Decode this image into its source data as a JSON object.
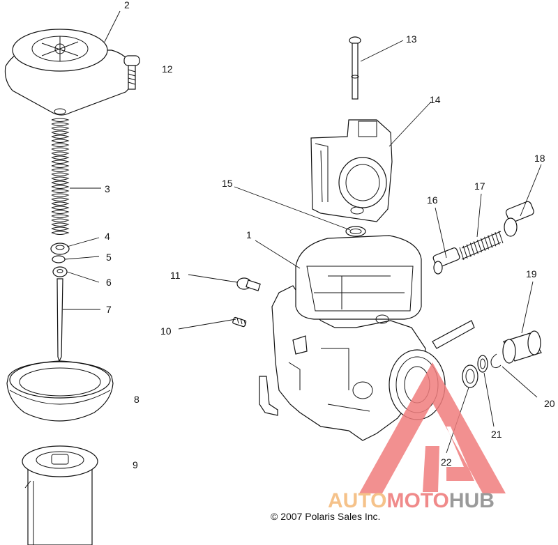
{
  "labels": {
    "p1": "1",
    "p2": "2",
    "p3": "3",
    "p4": "4",
    "p5": "5",
    "p6": "6",
    "p7": "7",
    "p8": "8",
    "p9": "9",
    "p10": "10",
    "p11": "11",
    "p12": "12",
    "p13": "13",
    "p14": "14",
    "p15": "15",
    "p16": "16",
    "p17": "17",
    "p18": "18",
    "p19": "19",
    "p20": "20",
    "p21": "21",
    "p22": "22"
  },
  "copyright": "© 2007 Polaris Sales Inc.",
  "watermark": {
    "part1": "AUTO",
    "part2": "MOTO",
    "part3": "HUB",
    "colors": {
      "auto": "#f5c28a",
      "moto": "#f08a8a",
      "hub": "#9a9a9a",
      "logo": "#f07d7d"
    }
  }
}
